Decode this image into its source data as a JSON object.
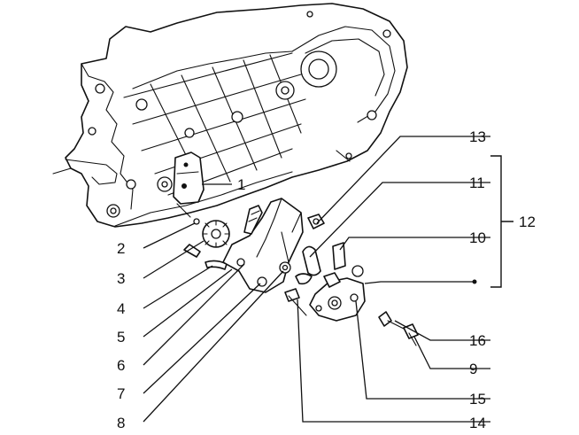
{
  "callouts": [
    {
      "id": "c1",
      "label": "1"
    },
    {
      "id": "c2",
      "label": "2"
    },
    {
      "id": "c3",
      "label": "3"
    },
    {
      "id": "c4",
      "label": "4"
    },
    {
      "id": "c5",
      "label": "5"
    },
    {
      "id": "c6",
      "label": "6"
    },
    {
      "id": "c7",
      "label": "7"
    },
    {
      "id": "c8",
      "label": "8"
    },
    {
      "id": "c9",
      "label": "9"
    },
    {
      "id": "c10",
      "label": "10"
    },
    {
      "id": "c11",
      "label": "11"
    },
    {
      "id": "c12",
      "label": "12"
    },
    {
      "id": "c13",
      "label": "13"
    },
    {
      "id": "c14",
      "label": "14"
    },
    {
      "id": "c15",
      "label": "15"
    },
    {
      "id": "c16",
      "label": "16"
    }
  ],
  "colors": {
    "line": "#111111",
    "background": "#ffffff"
  }
}
